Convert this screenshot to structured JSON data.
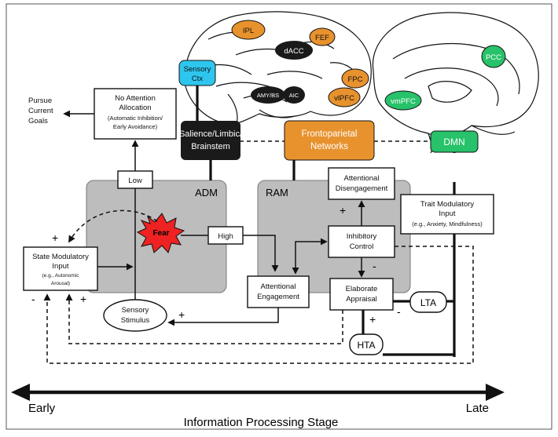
{
  "regions": {
    "ipl": "IPL",
    "fef": "FEF",
    "dacc": "dACC",
    "sensory_ctx_1": "Sensory",
    "sensory_ctx_2": "Ctx",
    "fpc": "FPC",
    "amy_bs": "AMY/BS",
    "aic": "AIC",
    "vlpfc": "vlPFC",
    "pcc": "PCC",
    "vmpfc": "vmPFC"
  },
  "networks": {
    "salience_1": "Salience/Limbic/",
    "salience_2": "Brainstem",
    "frontoparietal_1": "Frontoparietal",
    "frontoparietal_2": "Networks",
    "dmn": "DMN"
  },
  "modules": {
    "adm": "ADM",
    "ram": "RAM"
  },
  "boxes": {
    "no_attention_1": "No Attention",
    "no_attention_2": "Allocation",
    "no_attention_3": "(Automatic Inhibition/",
    "no_attention_4": "Early Avoidance)",
    "pursue_1": "Pursue",
    "pursue_2": "Current",
    "pursue_3": "Goals",
    "low": "Low",
    "high": "High",
    "fear": "Fear",
    "state_1": "State Modulatory",
    "state_2": "Input",
    "state_3": "(e.g., Autonomic",
    "state_4": "Arousal)",
    "sensory_stim_1": "Sensory",
    "sensory_stim_2": "Stimulus",
    "att_engagement_1": "Attentional",
    "att_engagement_2": "Engagement",
    "att_disengagement_1": "Attentional",
    "att_disengagement_2": "Disengagement",
    "inhibitory_1": "Inhibitory",
    "inhibitory_2": "Control",
    "elaborate_1": "Elaborate",
    "elaborate_2": "Appraisal",
    "trait_1": "Trait Modulatory",
    "trait_2": "Input",
    "trait_3": "(e.g., Anxiety, Mindfulness)",
    "lta": "LTA",
    "hta": "HTA"
  },
  "signs": {
    "plus": "+",
    "minus": "-"
  },
  "axis": {
    "early": "Early",
    "late": "Late",
    "title": "Information Processing Stage"
  },
  "colors": {
    "orange": "#E8922E",
    "cyan": "#2EC6EE",
    "green": "#27C26A",
    "black": "#1a1a1a",
    "gray_panel": "#BDBDBD",
    "fear_red": "#EE2222"
  }
}
